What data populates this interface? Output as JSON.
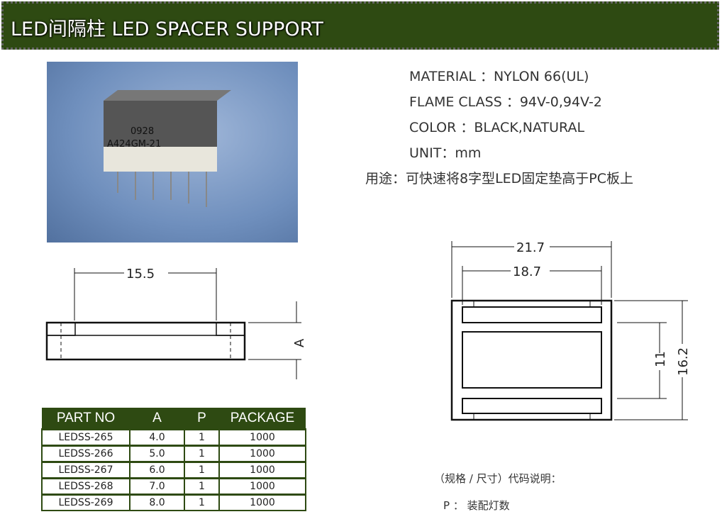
{
  "title": "LED间隔柱 LED SPACER SUPPORT",
  "specs": {
    "material": "MATERIAL  ：NYLON 66(UL)",
    "flame": "FLAME CLASS  ：94V-0,94V-2",
    "color": "COLOR  ：BLACK,NATURAL",
    "unit": "UNIT：mm",
    "usage": "用途：可快速将8字型LED固定垫高于PC板上"
  },
  "photo": {
    "label1": "0928",
    "label2": "A424GM-21"
  },
  "side_view": {
    "width": "15.5",
    "height": "A"
  },
  "top_view": {
    "outer": "21.7",
    "inner": "18.7",
    "inner_h": "11",
    "outer_h": "16.2"
  },
  "table": {
    "headers": [
      "PART NO",
      "A",
      "P",
      "PACKAGE"
    ],
    "rows": [
      [
        "LEDSS-265",
        "4.0",
        "1",
        "1000"
      ],
      [
        "LEDSS-266",
        "5.0",
        "1",
        "1000"
      ],
      [
        "LEDSS-267",
        "6.0",
        "1",
        "1000"
      ],
      [
        "LEDSS-268",
        "7.0",
        "1",
        "1000"
      ],
      [
        "LEDSS-269",
        "8.0",
        "1",
        "1000"
      ]
    ]
  },
  "notes": {
    "title": "（规格 / 尺寸）代码说明：",
    "p": "P ： 装配灯数"
  }
}
